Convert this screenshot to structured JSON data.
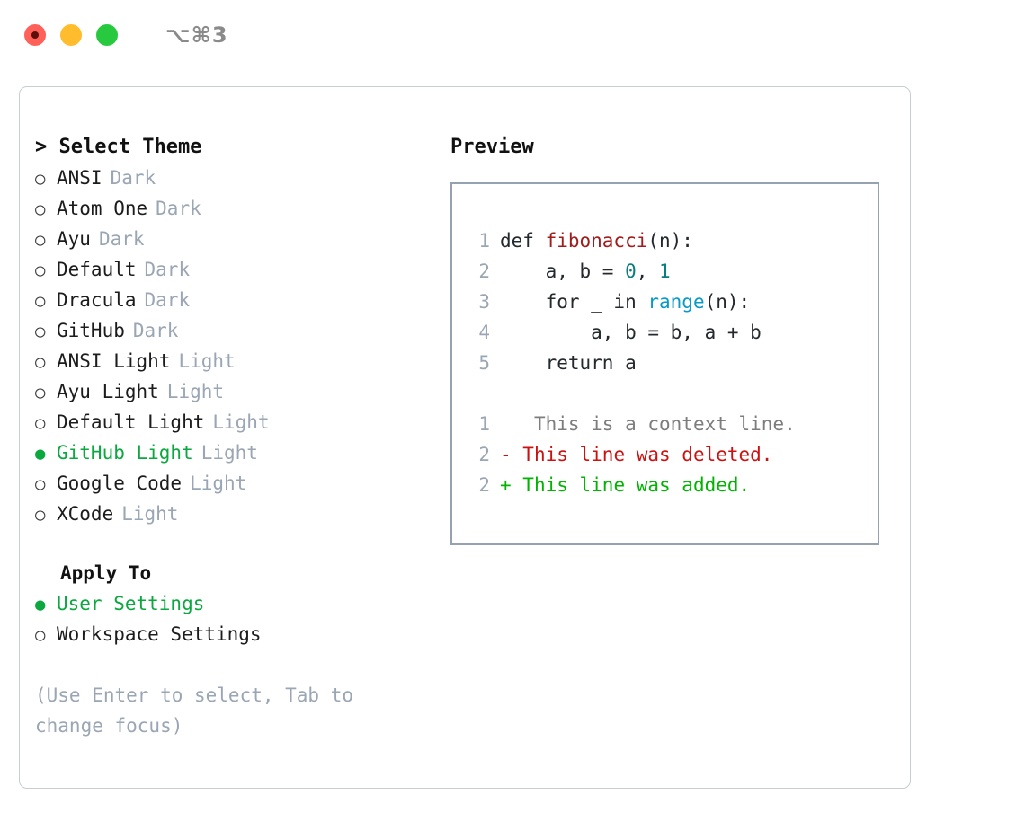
{
  "window": {
    "shortcut_label": "⌥⌘3",
    "traffic_lights": [
      "close-red",
      "minimize-yellow",
      "maximize-green"
    ]
  },
  "left_panel": {
    "heading": "> Select Theme",
    "themes": [
      {
        "bullet": "○",
        "name": "ANSI",
        "tag": "Dark",
        "selected": false
      },
      {
        "bullet": "○",
        "name": "Atom One",
        "tag": "Dark",
        "selected": false
      },
      {
        "bullet": "○",
        "name": "Ayu",
        "tag": "Dark",
        "selected": false
      },
      {
        "bullet": "○",
        "name": "Default",
        "tag": "Dark",
        "selected": false
      },
      {
        "bullet": "○",
        "name": "Dracula",
        "tag": "Dark",
        "selected": false
      },
      {
        "bullet": "○",
        "name": "GitHub",
        "tag": "Dark",
        "selected": false
      },
      {
        "bullet": "○",
        "name": "ANSI Light",
        "tag": "Light",
        "selected": false
      },
      {
        "bullet": "○",
        "name": "Ayu Light",
        "tag": "Light",
        "selected": false
      },
      {
        "bullet": "○",
        "name": "Default Light",
        "tag": "Light",
        "selected": false
      },
      {
        "bullet": "●",
        "name": "GitHub Light",
        "tag": "Light",
        "selected": true
      },
      {
        "bullet": "○",
        "name": "Google Code",
        "tag": "Light",
        "selected": false
      },
      {
        "bullet": "○",
        "name": "XCode",
        "tag": "Light",
        "selected": false
      }
    ],
    "apply_to": {
      "heading": "Apply To",
      "options": [
        {
          "bullet": "●",
          "name": "User Settings",
          "selected": true
        },
        {
          "bullet": "○",
          "name": "Workspace Settings",
          "selected": false
        }
      ]
    },
    "hint": "(Use Enter to select, Tab to change focus)"
  },
  "right_panel": {
    "heading": "Preview",
    "code_lines": [
      {
        "no": "1",
        "tokens": [
          {
            "t": "def ",
            "c": "plain"
          },
          {
            "t": "fibonacci",
            "c": "func"
          },
          {
            "t": "(n):",
            "c": "plain"
          }
        ]
      },
      {
        "no": "2",
        "tokens": [
          {
            "t": "    a, b = ",
            "c": "plain"
          },
          {
            "t": "0",
            "c": "num"
          },
          {
            "t": ", ",
            "c": "plain"
          },
          {
            "t": "1",
            "c": "num"
          }
        ]
      },
      {
        "no": "3",
        "tokens": [
          {
            "t": "    for _ in ",
            "c": "plain"
          },
          {
            "t": "range",
            "c": "call"
          },
          {
            "t": "(n):",
            "c": "plain"
          }
        ]
      },
      {
        "no": "4",
        "tokens": [
          {
            "t": "        a, b = b, a + b",
            "c": "plain"
          }
        ]
      },
      {
        "no": "5",
        "tokens": [
          {
            "t": "    return a",
            "c": "plain"
          }
        ]
      }
    ],
    "diff_lines": [
      {
        "no": "1",
        "marker": " ",
        "text": "  This is a context line.",
        "kind": "context"
      },
      {
        "no": "2",
        "marker": "-",
        "text": " This line was deleted.",
        "kind": "del"
      },
      {
        "no": "2",
        "marker": "+",
        "text": " This line was added.",
        "kind": "add"
      }
    ]
  },
  "colors": {
    "accent_green": "#0aa83f",
    "muted_tag": "#9aa6b4",
    "preview_border": "#96a2b2",
    "panel_border": "#c8cdd4",
    "syntax_function": "#a11c1c",
    "syntax_number": "#0b7d7d",
    "syntax_call": "#0a9ac7",
    "diff_delete": "#cc1111",
    "diff_add": "#00b400",
    "diff_context": "#7d7d7d"
  }
}
